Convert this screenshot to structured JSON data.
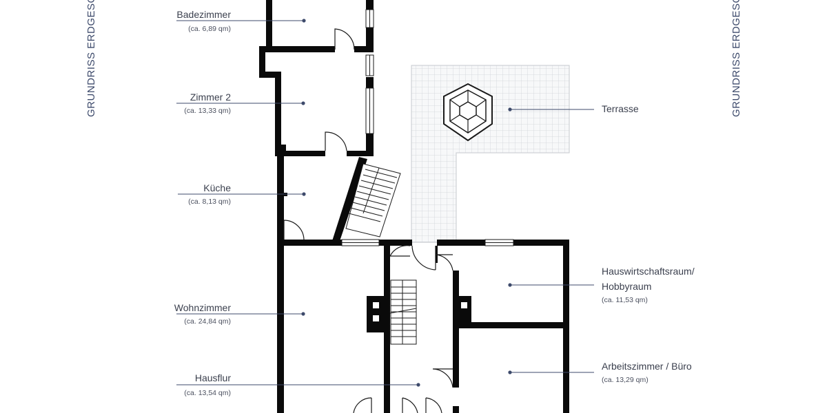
{
  "side_title_left": "GRUNDRISS ERDGESCHOSS",
  "side_title_right": "GRUNDRISS ERDGESCHOSS",
  "rooms": {
    "badezimmer": {
      "name": "Badezimmer",
      "area": "(ca. 6,89 qm)"
    },
    "zimmer2": {
      "name": "Zimmer 2",
      "area": "(ca. 13,33 qm)"
    },
    "kueche": {
      "name": "Küche",
      "area": "(ca. 8,13 qm)"
    },
    "wohnzimmer": {
      "name": "Wohnzimmer",
      "area": "(ca. 24,84 qm)"
    },
    "hausflur": {
      "name": "Hausflur",
      "area": "(ca. 13,54 qm)"
    },
    "terrasse": {
      "name": "Terrasse"
    },
    "hauswirtschaft": {
      "name_line1": "Hauswirtschaftsraum/",
      "name_line2": "Hobbyraum",
      "area": "(ca. 11,53 qm)"
    },
    "arbeitszimmer": {
      "name": "Arbeitszimmer / Büro",
      "area": "(ca. 13,29 qm)"
    }
  },
  "colors": {
    "wall": "#0a0a0a",
    "leader": "#3d4a6b",
    "title": "#3d4a6b",
    "terrace_grid": "#cfd3d8"
  }
}
